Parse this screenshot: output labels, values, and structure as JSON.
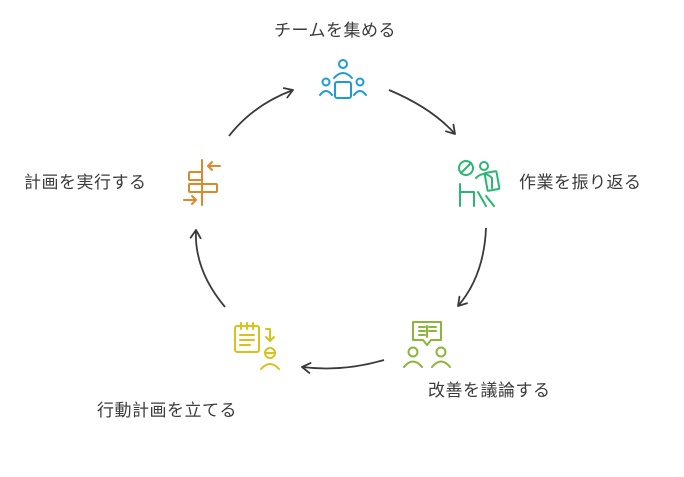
{
  "steps": [
    {
      "label": "チームを集める",
      "icon": "team-meeting-icon",
      "color": "#1e9bd7"
    },
    {
      "label": "作業を振り返る",
      "icon": "review-work-icon",
      "color": "#2bb673"
    },
    {
      "label": "改善を議論する",
      "icon": "discussion-icon",
      "color": "#8cb53a"
    },
    {
      "label": "行動計画を立てる",
      "icon": "action-plan-icon",
      "color": "#d8c21b"
    },
    {
      "label": "計画を実行する",
      "icon": "execute-plan-icon",
      "color": "#d98a2b"
    }
  ],
  "arrow_color": "#3a3a3a"
}
